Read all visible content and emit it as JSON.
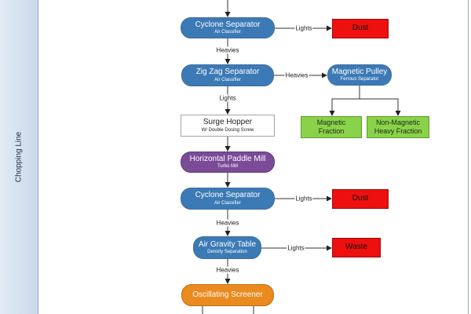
{
  "lane": {
    "title": "Chopping Line"
  },
  "nodes": {
    "cyclone1": {
      "title": "Cyclone Separator",
      "subtitle": "Air Classifier"
    },
    "dust1": {
      "title": "Dust"
    },
    "zigzag": {
      "title": "Zig Zag Separator",
      "subtitle": "Air Classifier"
    },
    "magpulley": {
      "title": "Magnetic Pulley",
      "subtitle": "Ferrous Separator"
    },
    "magfraction": {
      "line1": "Magnetic",
      "line2": "Fraction"
    },
    "nonmag": {
      "line1": "Non-Magnetic",
      "line2": "Heavy Fraction"
    },
    "surge": {
      "title": "Surge Hopper",
      "subtitle": "W/ Double Dosing Screw"
    },
    "paddle": {
      "title": "Horizontal Paddle Mill",
      "subtitle": "Turbo Mill"
    },
    "cyclone2": {
      "title": "Cyclone Separator",
      "subtitle": "Air Classifier"
    },
    "dust2": {
      "title": "Dust"
    },
    "airtable": {
      "title": "Air Gravity Table",
      "subtitle": "Density Separation"
    },
    "waste": {
      "title": "Waste"
    },
    "screener": {
      "title": "Oscillating Screener"
    }
  },
  "edge_labels": {
    "lights_dust1": "Lights",
    "heavies_zigzag": "Heavies",
    "heavies_pulley": "Heavies",
    "lights_surge": "Lights",
    "lights_dust2": "Lights",
    "heavies_airtable": "Heavies",
    "lights_waste": "Lights",
    "heavies_screener": "Heavies"
  },
  "colors": {
    "process_blue": "#3c7ab6",
    "mill_purple": "#7b4b98",
    "screener_orange": "#ea8a1f",
    "dust_red": "#ee0f0f",
    "fraction_green": "#8ad24a",
    "lane_blue": "#c9d8ea"
  }
}
